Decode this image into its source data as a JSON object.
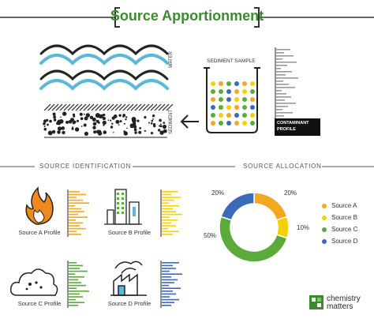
{
  "header": {
    "title": "Source Apportionment"
  },
  "top": {
    "water_label": "WATER",
    "sediment_label": "SEDIMENT",
    "sample_label": "SEDIMENT SAMPLE",
    "contaminant_label_line1": "CONTAMINANT",
    "contaminant_label_line2": "PROFILE"
  },
  "sections": {
    "identification": "SOURCE IDENTIFICATION",
    "allocation": "SOURCE ALLOCATION"
  },
  "profiles": [
    {
      "label": "Source A Profile",
      "icon": "fire-icon",
      "color": "#f5a623"
    },
    {
      "label": "Source B Profile",
      "icon": "city-icon",
      "color": "#f5d100"
    },
    {
      "label": "Source C Profile",
      "icon": "cloud-icon",
      "color": "#5aaa3c"
    },
    {
      "label": "Source D Profile",
      "icon": "factory-icon",
      "color": "#3b6ab8"
    }
  ],
  "chart_data": {
    "type": "pie",
    "labels": [
      "Source A",
      "Source B",
      "Source C",
      "Source D"
    ],
    "values": [
      20,
      10,
      50,
      20
    ],
    "value_labels": [
      "20%",
      "10%",
      "50%",
      "20%"
    ],
    "colors": [
      "#f5a623",
      "#f5d100",
      "#5aaa3c",
      "#3b6ab8"
    ],
    "legend_position": "right"
  },
  "logo": {
    "line1": "chemistry",
    "line2": "matters"
  }
}
